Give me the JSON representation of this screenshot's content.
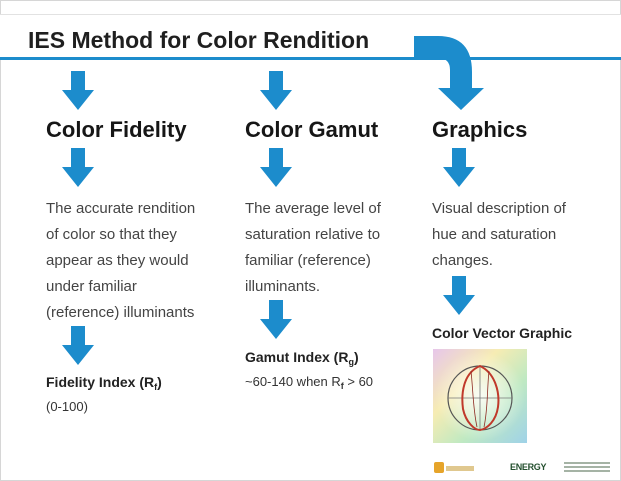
{
  "title": "IES Method for Color Rendition",
  "colors": {
    "accent": "#1c8ccc"
  },
  "columns": [
    {
      "heading": "Color Fidelity",
      "description": [
        "The accurate rendition",
        "of color so that they",
        "appear as they would",
        "under familiar",
        "(reference) illuminants"
      ],
      "index_label_prefix": "Fidelity Index (",
      "index_symbol": "R",
      "index_subscript": "f",
      "index_label_suffix": ")",
      "index_range": "(0-100)"
    },
    {
      "heading": "Color Gamut",
      "description": [
        "The average level of",
        "saturation relative to",
        "familiar (reference)",
        "illuminants."
      ],
      "index_label_prefix": "Gamut Index (",
      "index_symbol": "R",
      "index_subscript": "g",
      "index_label_suffix": ")",
      "index_range_prefix": "~60-140 when ",
      "index_range_symbol": "R",
      "index_range_subscript": "f",
      "index_range_suffix": " > 60"
    },
    {
      "heading": "Graphics",
      "description": [
        "Visual description of",
        "hue and saturation",
        "changes."
      ],
      "graphic_label": "Color Vector Graphic"
    }
  ],
  "footer": {
    "logo_b_text": "ENERGY"
  }
}
